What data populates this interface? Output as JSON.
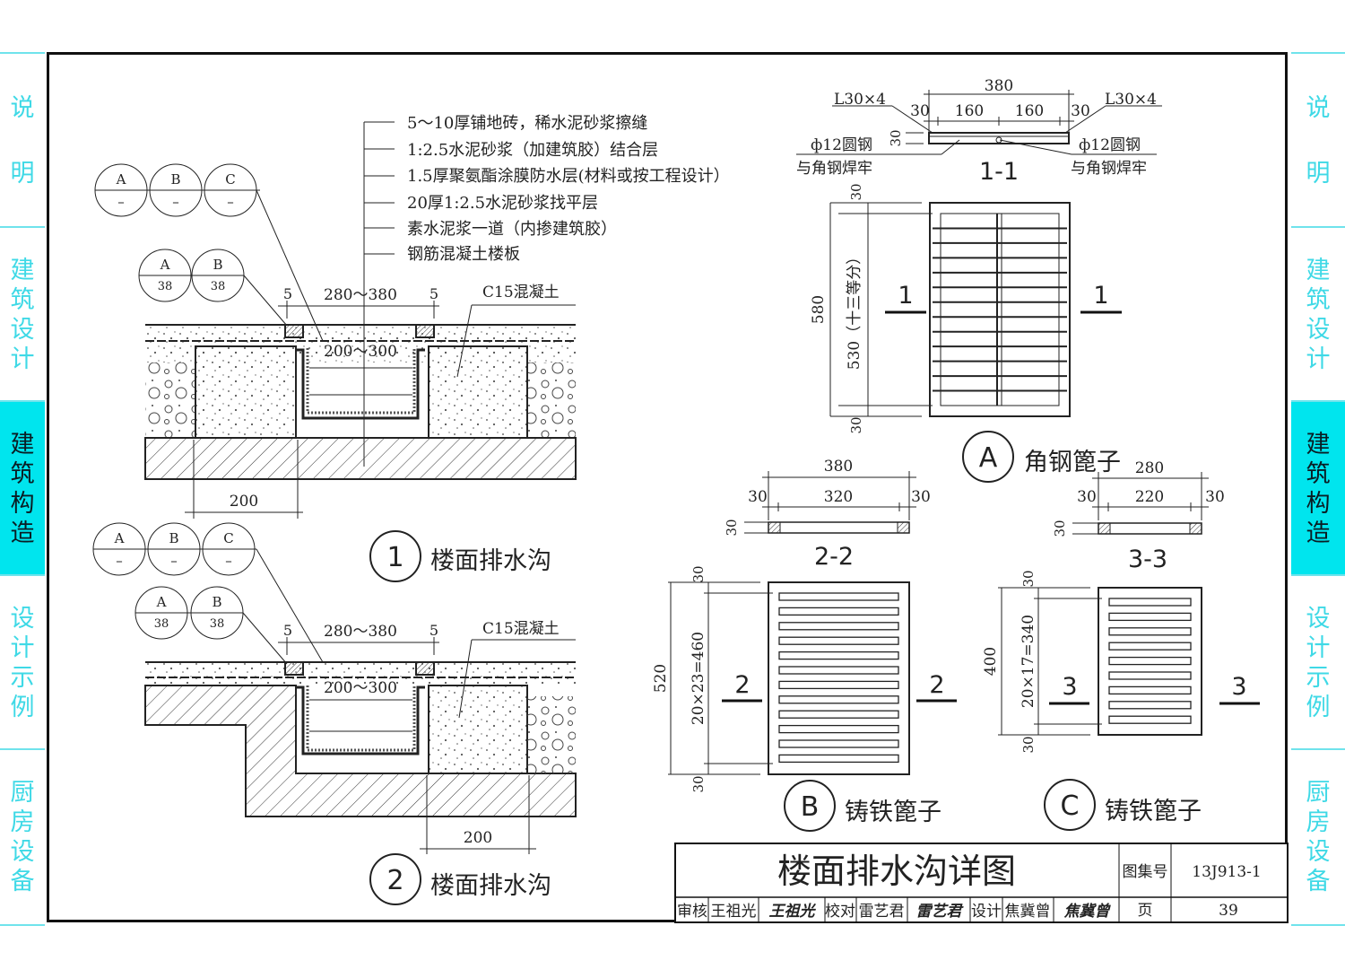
{
  "sidebar": {
    "tabs": [
      {
        "label": [
          "说",
          "明"
        ],
        "active": false
      },
      {
        "label": [
          "建",
          "筑",
          "设",
          "计"
        ],
        "active": false
      },
      {
        "label": [
          "建",
          "筑",
          "构",
          "造"
        ],
        "active": true
      },
      {
        "label": [
          "设",
          "计",
          "示",
          "例"
        ],
        "active": false
      },
      {
        "label": [
          "厨",
          "房",
          "设",
          "备"
        ],
        "active": false
      }
    ],
    "accent_color": "#00e5ee"
  },
  "layers": [
    "5～10厚铺地砖，稀水泥砂浆擦缝",
    "1:2.5水泥砂浆（加建筑胶）结合层",
    "1.5厚聚氨酯涂膜防水层(材料或按工程设计）",
    "20厚1:2.5水泥砂浆找平层",
    "素水泥浆一道（内掺建筑胶）",
    "钢筋混凝土楼板"
  ],
  "detail1": {
    "index_num": "1",
    "title": "楼面排水沟",
    "refs_top": [
      {
        "letter": "A",
        "page": "–"
      },
      {
        "letter": "B",
        "page": "–"
      },
      {
        "letter": "C",
        "page": "–"
      }
    ],
    "refs_bottom": [
      {
        "letter": "A",
        "page": "38"
      },
      {
        "letter": "B",
        "page": "38"
      }
    ],
    "dim_left": "5",
    "dim_width": "280～380",
    "dim_right": "5",
    "dim_inner": "200～300",
    "dim_bottom": "200",
    "concrete_label": "C15混凝土"
  },
  "detail2": {
    "index_num": "2",
    "title": "楼面排水沟",
    "refs_top": [
      {
        "letter": "A",
        "page": "–"
      },
      {
        "letter": "B",
        "page": "–"
      },
      {
        "letter": "C",
        "page": "–"
      }
    ],
    "refs_bottom": [
      {
        "letter": "A",
        "page": "38"
      },
      {
        "letter": "B",
        "page": "38"
      }
    ],
    "dim_left": "5",
    "dim_width": "280～380",
    "dim_right": "5",
    "dim_inner": "200～300",
    "dim_bottom": "200",
    "concrete_label": "C15混凝土"
  },
  "grateA": {
    "letter": "A",
    "title": "角钢篦子",
    "section_label": "1-1",
    "section_mark": "1",
    "angle_left": "L30×4",
    "angle_right": "L30×4",
    "rod_left": [
      "ф12圆钢",
      "与角钢焊牢"
    ],
    "rod_right": [
      "ф12圆钢",
      "与角钢焊牢"
    ],
    "dim_total_w": "380",
    "dim_w_parts": [
      "30",
      "160",
      "160",
      "30"
    ],
    "dim_thick": "30",
    "dim_total_h": "580",
    "dim_inner_h": "530（十三等分）",
    "dim_edge_top": "30",
    "dim_edge_bottom": "30"
  },
  "grateB": {
    "letter": "B",
    "title": "铸铁篦子",
    "section_label": "2-2",
    "section_mark": "2",
    "dim_total_w": "380",
    "dim_w_parts": [
      "30",
      "320",
      "30"
    ],
    "dim_thick": "30",
    "dim_total_h": "520",
    "dim_inner_h": "20×23=460",
    "dim_edge_top": "30",
    "dim_edge_bottom": "30"
  },
  "grateC": {
    "letter": "C",
    "title": "铸铁篦子",
    "section_label": "3-3",
    "section_mark": "3",
    "dim_total_w": "280",
    "dim_w_parts": [
      "30",
      "220",
      "30"
    ],
    "dim_thick": "30",
    "dim_total_h": "400",
    "dim_inner_h": "20×17=340",
    "dim_edge_top": "30",
    "dim_edge_bottom": "30"
  },
  "title_block": {
    "drawing_title": "楼面排水沟详图",
    "atlas_label": "图集号",
    "atlas_no": "13J913-1",
    "page_label": "页",
    "page_no": "39",
    "review_label": "审核",
    "reviewer": "王祖光",
    "reviewer_sign": "王祖光",
    "check_label": "校对",
    "checker": "雷艺君",
    "checker_sign": "雷艺君",
    "design_label": "设计",
    "designer": "焦冀曾",
    "designer_sign": "焦冀曾"
  }
}
